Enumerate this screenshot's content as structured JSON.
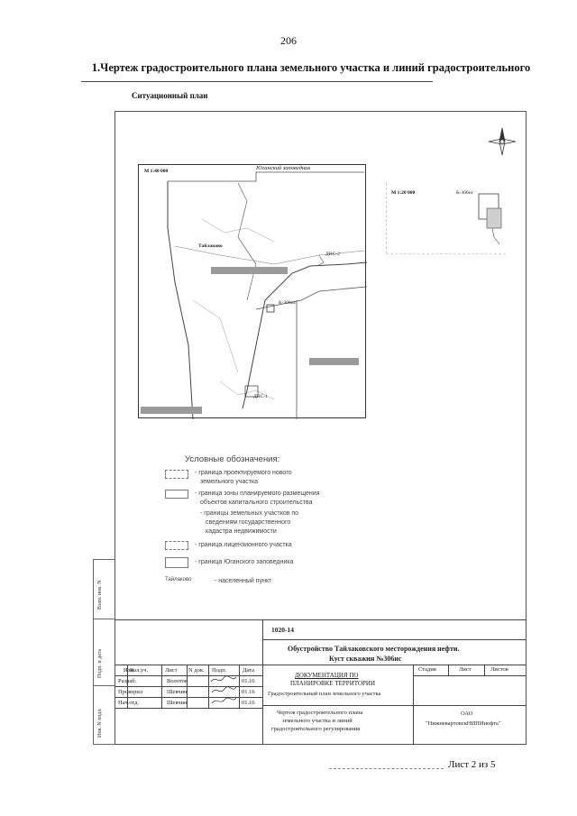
{
  "page": {
    "number": "206",
    "heading": "1.Чертеж градостроительного плана земельного участка и линий градостроительного",
    "section_label": "Ситуационный план",
    "footer": "Лист 2 из 5"
  },
  "main_map": {
    "scale": "М 1:40 000",
    "reserve_label": "Юганский заповедник",
    "settlement_label": "Тайлаково",
    "well_pad_label": "К-306ис",
    "small_label_1": "ДНС-2",
    "small_label_2": "ДНС-1"
  },
  "inset_map": {
    "scale": "М 1:20 000",
    "well_pad_label": "К-306ис"
  },
  "legend": {
    "title": "Условные обозначения:",
    "items": [
      {
        "text_lines": [
          "- граница проектируемого нового",
          "земельного участка"
        ]
      },
      {
        "text_lines": [
          "- граница зоны планируемого размещения",
          "объектов капитального строительства"
        ]
      },
      {
        "text_lines": [
          "- границы земельных участков по",
          "сведениям государственного",
          "кадастра недвижимости"
        ]
      },
      {
        "text_lines": [
          "- граница лицензионного участка"
        ]
      },
      {
        "text_lines": [
          "- граница Юганского заповедника"
        ]
      },
      {
        "symbol_text": "Тайлаково",
        "text_lines": [
          "- населенный пункт"
        ]
      }
    ]
  },
  "side_strip": {
    "labels": [
      "Взам. инв. N",
      "Подп. и дата",
      "Инв. N подл."
    ]
  },
  "title_block": {
    "code": "1020-14",
    "project_line_1": "Обустройство Тайлаковского месторождения нефти.",
    "project_line_2": "Куст скважин №306ис",
    "column_headers": [
      "Изм.",
      "Кол.уч.",
      "Лист",
      "N док.",
      "Подп.",
      "Дата"
    ],
    "rows": [
      {
        "role": "Разраб.",
        "name": "Волотов",
        "date": "01.16"
      },
      {
        "role": "Проверил",
        "name": "Шевчин",
        "date": "01.16"
      },
      {
        "role": "Нач.отд.",
        "name": "Шевчин",
        "date": "01.16"
      }
    ],
    "doc_title_1": "ДОКУМЕНТАЦИЯ ПО",
    "doc_title_2": "ПЛАНИРОВКЕ ТЕРРИТОРИИ",
    "doc_subtitle": "Градостроительный план земельного участка",
    "drawing_title_1": "Чертеж градостроительного плана",
    "drawing_title_2": "земельного участка и линий",
    "drawing_title_3": "градостроительного регулирования",
    "stage_header": "Стадия",
    "sheet_header": "Лист",
    "sheets_header": "Листов",
    "org_line_1": "ОАО",
    "org_line_2": "\"НижневартовскНИПИнефть\""
  }
}
